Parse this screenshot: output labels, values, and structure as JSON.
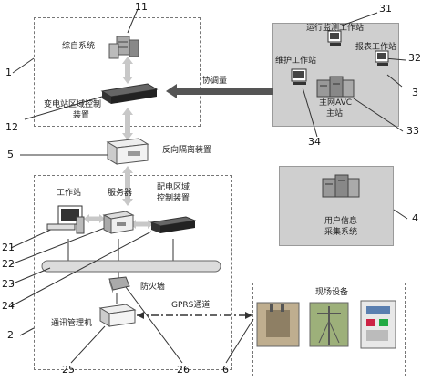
{
  "labels": {
    "zonghe": "综自系统",
    "substation_ctrl_1": "变电站区域控制",
    "substation_ctrl_2": "装置",
    "xietiao": "协调量",
    "yunxing": "运行监测工作站",
    "baobiao": "报表工作站",
    "weihu": "维护工作站",
    "main_avc_1": "主网AVC",
    "main_avc_2": "主站",
    "reverse_isolation": "反向隔离装置",
    "workstation": "工作站",
    "server": "服务器",
    "dist_ctrl_1": "配电区域",
    "dist_ctrl_2": "控制装置",
    "user_info_1": "用户信息",
    "user_info_2": "采集系统",
    "firewall": "防火墙",
    "gprs": "GPRS通道",
    "comm_mgr": "通讯管理机",
    "field": "现场设备"
  },
  "numbers": {
    "n1": "1",
    "n2": "2",
    "n3": "3",
    "n4": "4",
    "n5": "5",
    "n6": "6",
    "n11": "11",
    "n12": "12",
    "n21": "21",
    "n22": "22",
    "n23": "23",
    "n24": "24",
    "n25": "25",
    "n26": "26",
    "n31": "31",
    "n32": "32",
    "n33": "33",
    "n34": "34"
  }
}
